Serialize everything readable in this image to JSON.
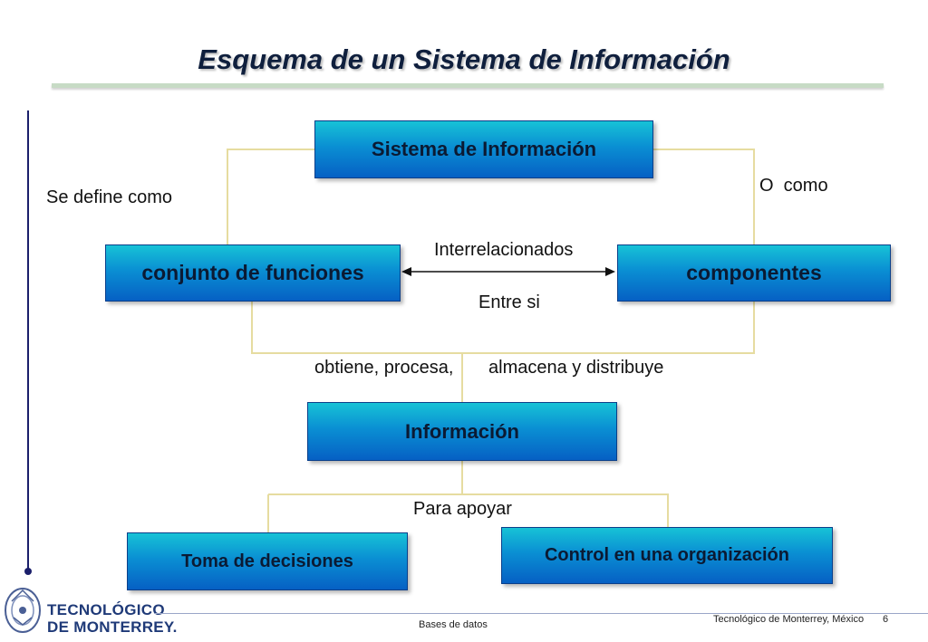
{
  "title": "Esquema de un Sistema de Información",
  "boxes": {
    "sistema": "Sistema de Información",
    "funciones": "conjunto de funciones",
    "componentes": "componentes",
    "informacion": "Información",
    "decisiones": "Toma de decisiones",
    "control": "Control en una organización"
  },
  "labels": {
    "se_define": "Se define como",
    "o_como": "O  como",
    "interrelacionados": "Interrelacionados",
    "entre_si": "Entre si",
    "obtiene": "obtiene, procesa,",
    "almacena": "almacena y distribuye",
    "para_apoyar": "Para apoyar"
  },
  "footer": {
    "logo_line1": "TECNOLÓGICO",
    "logo_line2": "DE MONTERREY.",
    "center": "Bases de datos",
    "right": "Tecnológico de Monterrey, México",
    "page": "6"
  },
  "colors": {
    "box_top": "#17c2d6",
    "box_bottom": "#0660c4",
    "connector": "#e6dca0",
    "title": "#0f1f3d",
    "accent_line": "#1b1f6b"
  }
}
